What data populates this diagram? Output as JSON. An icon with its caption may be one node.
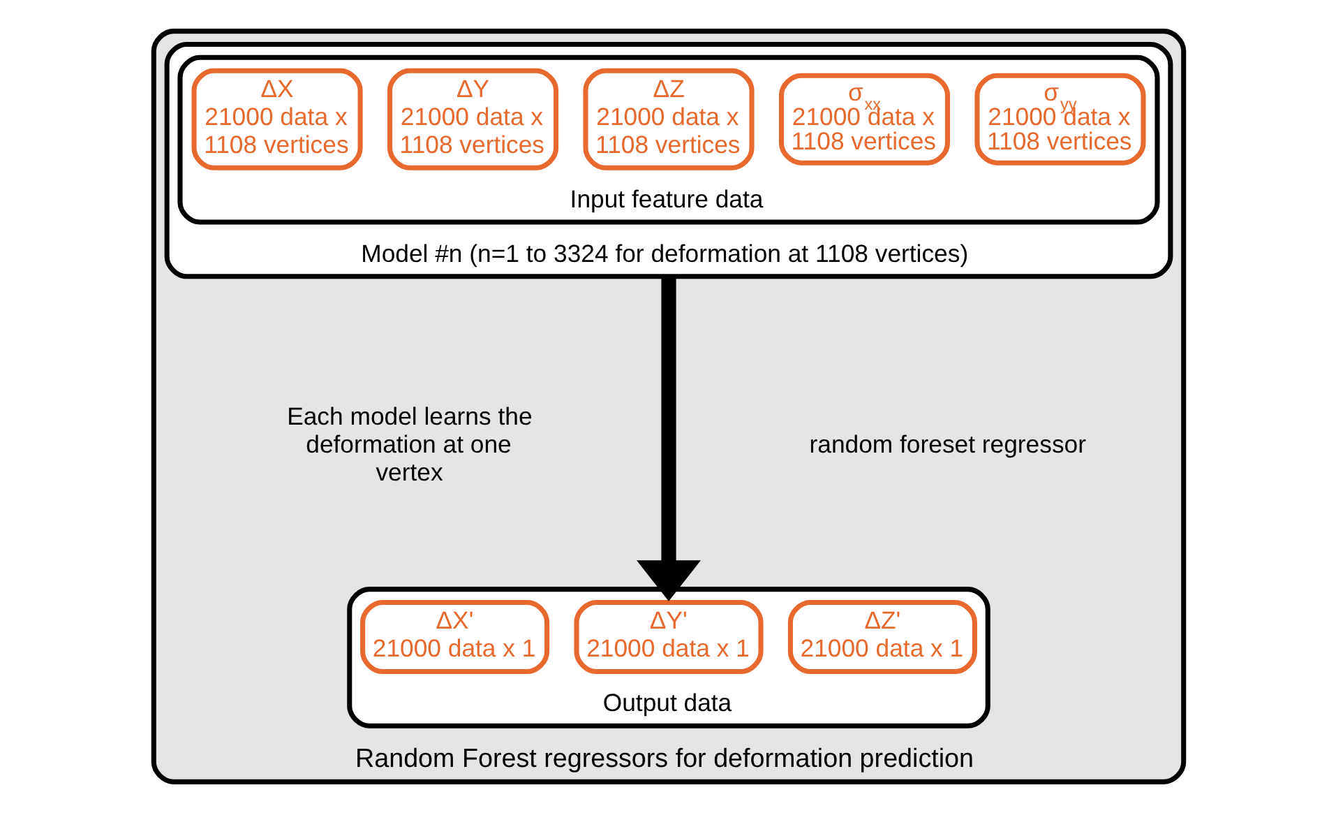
{
  "diagram": {
    "nodes": [
      {
        "text": [
          "Random Forest regressors for deformation prediction"
        ]
      },
      {
        "text": [
          "Model #n (n=1 to 3324 for deformation at 1108 vertices)"
        ],
        "in": 0
      },
      {
        "text": [
          "Input feature data"
        ],
        "in": 1
      },
      {
        "text": [
          "ΔX",
          "21000 data x 1108 vertices"
        ],
        "in": 2
      },
      {
        "text": [
          "ΔY",
          "21000 data x 1108 vertices"
        ],
        "in": 2
      },
      {
        "text": [
          "ΔZ",
          "21000 data x 1108 vertices"
        ],
        "in": 2
      },
      {
        "text": [
          "σ$_{xx}$",
          "21000 data x 1108 vertices"
        ],
        "in": 2
      },
      {
        "text": [
          "σ$_{yy}$",
          "21000 data x 1108 vertices"
        ],
        "in": 2
      },
      {
        "text": [
          "Output data"
        ],
        "in": 0
      },
      {
        "text": [
          "ΔX'",
          "21000 data x 1"
        ],
        "in": 8
      },
      {
        "text": [
          "ΔY'",
          "21000 data x 1"
        ],
        "in": 8
      },
      {
        "text": [
          "ΔZ'",
          "21000 data x 1"
        ],
        "in": 8
      }
    ],
    "edges": [
      {
        "from": 1,
        "to": 8,
        "arrow": "to"
      }
    ],
    "labels": [
      "Each model learns the deformation at one vertex",
      "random foreset regressor"
    ]
  }
}
